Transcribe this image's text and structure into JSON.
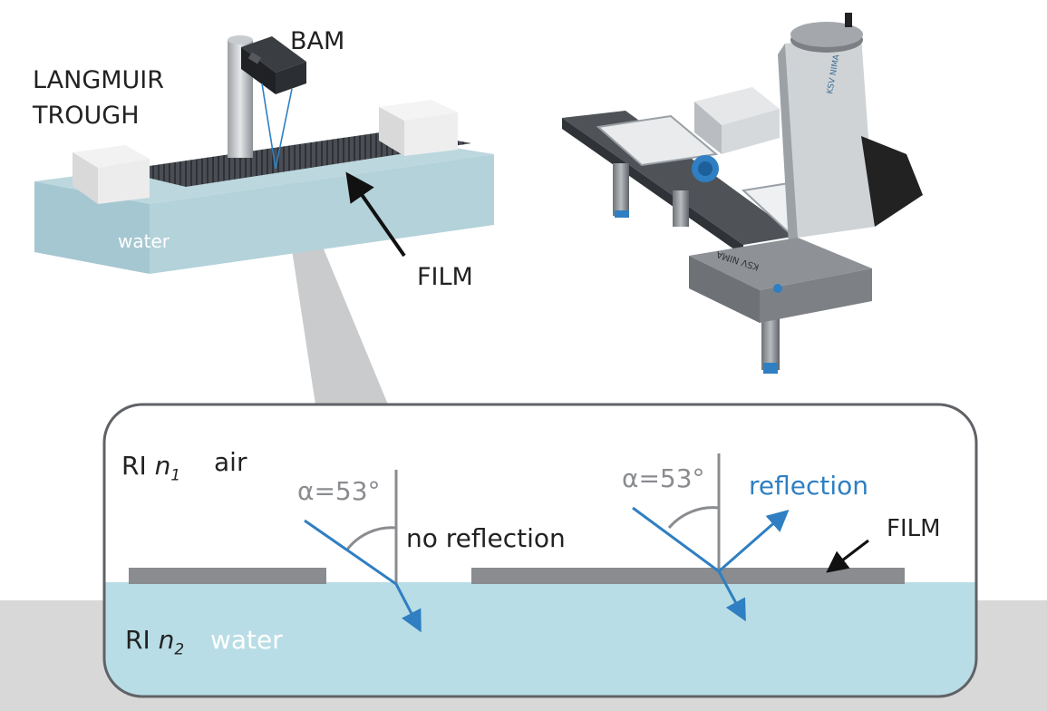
{
  "trough": {
    "title_line1": "LANGMUIR",
    "title_line2": "TROUGH",
    "camera_label": "BAM",
    "water_label": "water",
    "film_label": "FILM"
  },
  "instrument": {
    "brand_top": "KSV NIMA",
    "brand_front": "KSV NIMA"
  },
  "detail": {
    "upper_medium": {
      "ri_prefix": "RI",
      "symbol": "n",
      "subscript": "1",
      "name": "air"
    },
    "lower_medium": {
      "ri_prefix": "RI",
      "symbol": "n",
      "subscript": "2",
      "name": "water"
    },
    "angle_left": "α=53°",
    "angle_right": "α=53°",
    "no_reflection_label": "no reflection",
    "reflection_label": "reflection",
    "film_label": "FILM"
  },
  "colors": {
    "water_fill": "#b9dde6",
    "trough_front": "#a5c7d1",
    "film_gray": "#8a8c8f",
    "beam_blue": "#2f7fc2",
    "backdrop_gray": "#d8d8d8"
  }
}
